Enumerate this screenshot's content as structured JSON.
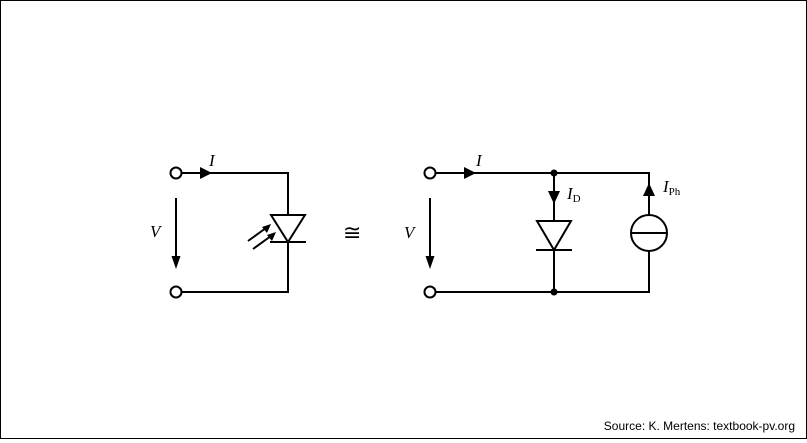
{
  "left_circuit": {
    "current_label": "I",
    "voltage_label": "V"
  },
  "equivalence_symbol": "≅",
  "right_circuit": {
    "current_label": "I",
    "voltage_label": "V",
    "diode_current_label": "I",
    "diode_current_subscript": "D",
    "photo_current_label": "I",
    "photo_current_subscript": "Ph"
  },
  "source_credit": "Source: K. Mertens: textbook-pv.org",
  "colors": {
    "line": "#000000",
    "background": "#ffffff"
  }
}
